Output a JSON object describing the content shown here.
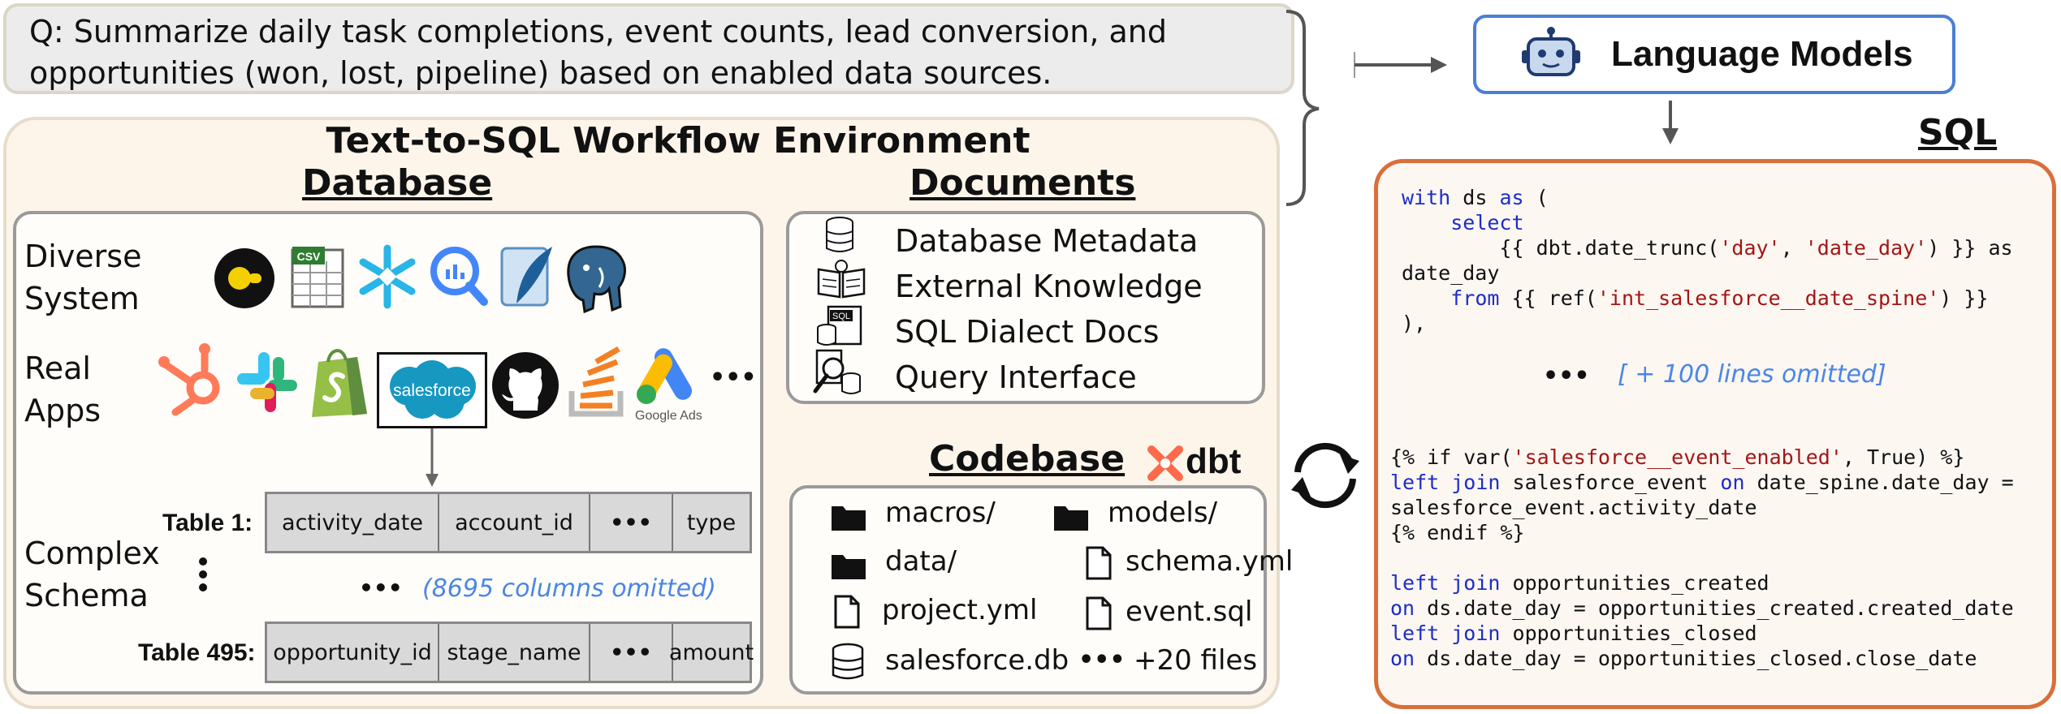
{
  "question": {
    "line1": "Q: Summarize daily task completions, event counts, lead conversion, and",
    "line2": "opportunities (won, lost, pipeline) based on enabled data sources."
  },
  "environment": {
    "title": "Text-to-SQL Workflow Environment",
    "database": {
      "title": "Database",
      "diverse_label_1": "Diverse",
      "diverse_label_2": "System",
      "apps_label_1": "Real",
      "apps_label_2": "Apps",
      "apps_selected": "salesforce",
      "google_ads_caption": "Google Ads",
      "schema_label_1": "Complex",
      "schema_label_2": "Schema",
      "table1": {
        "label": "Table 1",
        "columns": [
          "activity_date",
          "account_id",
          "•••",
          "type"
        ]
      },
      "omitted": "(8695 columns omitted)",
      "table495": {
        "label": "Table 495",
        "columns": [
          "opportunity_id",
          "stage_name",
          "•••",
          "amount"
        ]
      },
      "ellipsis": "•••"
    },
    "documents": {
      "title": "Documents",
      "items": [
        "Database Metadata",
        "External Knowledge",
        "SQL Dialect Docs",
        "Query Interface"
      ],
      "sql_icon_text": "SQL"
    },
    "codebase": {
      "title": "Codebase",
      "dbt_label": "dbt",
      "items": {
        "macros": "macros/",
        "models": "models/",
        "data": "data/",
        "schema": "schema.yml",
        "project": "project.yml",
        "event": "event.sql",
        "db": "salesforce.db",
        "more": "+20 files"
      }
    }
  },
  "models": {
    "label": "Language Models"
  },
  "sql": {
    "title": "SQL",
    "omitted": "[ + 100 lines omitted]",
    "ellipsis": "•••"
  },
  "colors": {
    "sql_border": "#d96f3a",
    "lm_border": "#4a7fd4",
    "omitted_text": "#4a86e8",
    "keyword": "#1c2dc8",
    "string": "#a31515"
  },
  "icons": [
    "robot-icon",
    "snowflake-icon",
    "bigquery-icon",
    "postgres-icon",
    "csv-icon",
    "hubspot-icon",
    "slack-icon",
    "shopify-icon",
    "salesforce-icon",
    "github-icon",
    "stackoverflow-icon",
    "google-ads-icon",
    "folder-icon",
    "file-icon",
    "database-icon",
    "sync-icon",
    "dbt-icon"
  ]
}
